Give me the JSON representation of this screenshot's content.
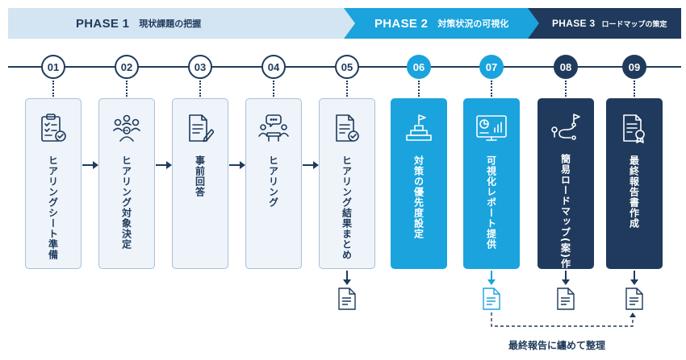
{
  "phases": [
    {
      "num": "PHASE 1",
      "title": "現状課題の把握"
    },
    {
      "num": "PHASE 2",
      "title": "対策状況の可視化"
    },
    {
      "num": "PHASE 3",
      "title": "ロードマップの策定"
    }
  ],
  "steps": [
    {
      "num": "01",
      "label": "ヒアリングシート準備",
      "icon": "clipboard-checklist-icon"
    },
    {
      "num": "02",
      "label": "ヒアリング対象決定",
      "icon": "team-people-icon"
    },
    {
      "num": "03",
      "label": "事前回答",
      "icon": "document-pen-icon"
    },
    {
      "num": "04",
      "label": "ヒアリング",
      "icon": "meeting-chat-icon"
    },
    {
      "num": "05",
      "label": "ヒアリング結果まとめ",
      "icon": "document-check-icon"
    },
    {
      "num": "06",
      "label": "対策の優先度設定",
      "icon": "priority-pyramid-flag-icon"
    },
    {
      "num": "07",
      "label": "可視化レポート提供",
      "icon": "dashboard-report-icon"
    },
    {
      "num": "08",
      "label": "簡易ロードマップ(案)作成",
      "icon": "roadmap-path-icon"
    },
    {
      "num": "09",
      "label": "最終報告書作成",
      "icon": "certificate-document-icon"
    }
  ],
  "colors": {
    "light": "#d3e4f2",
    "mid": "#1aa3dd",
    "dark": "#1f3a5c"
  },
  "merge_label": "最終報告に纏めて整理"
}
